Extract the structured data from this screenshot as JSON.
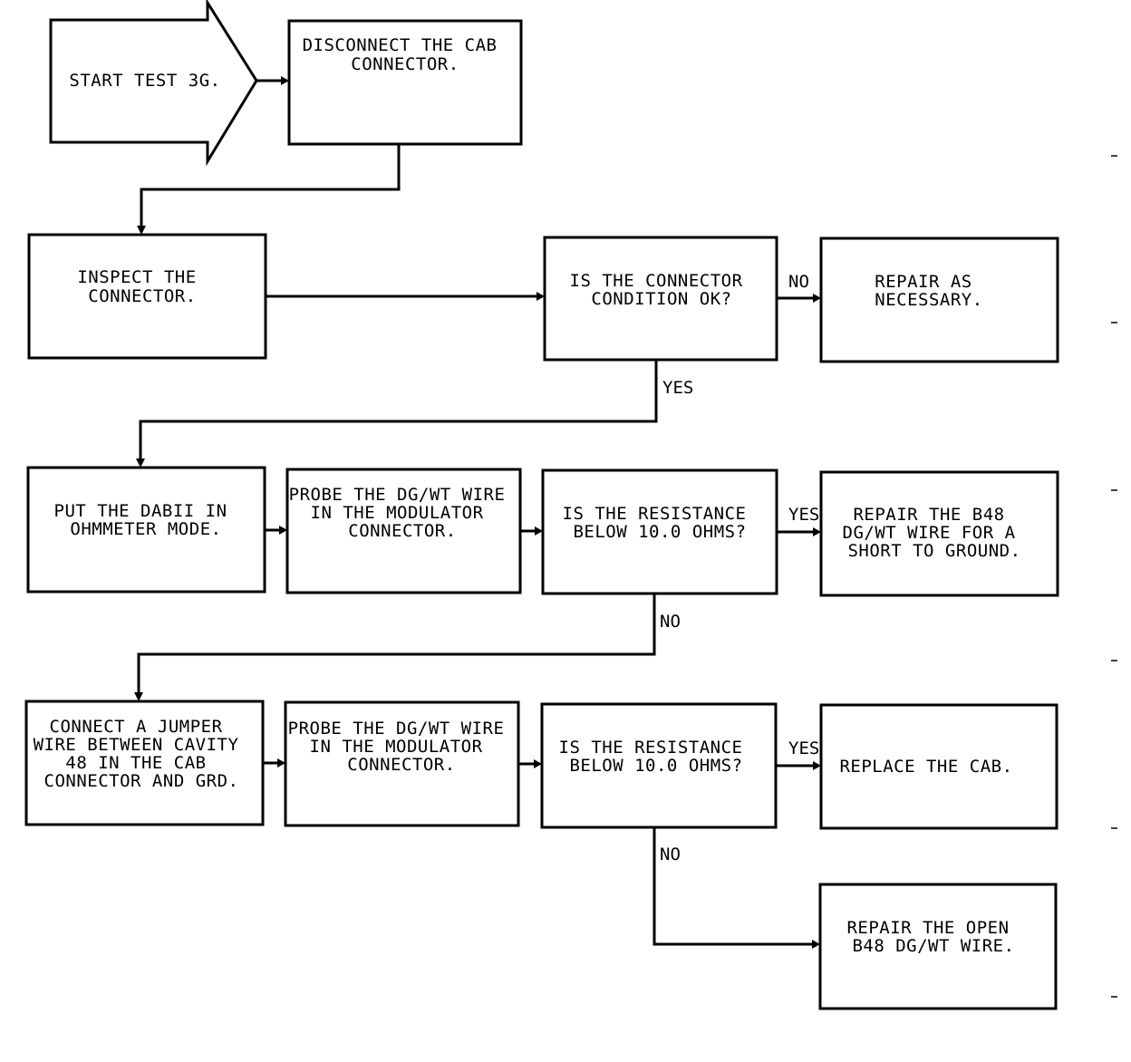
{
  "nodes": [
    {
      "id": "start",
      "lines": [
        "START TEST 3G."
      ]
    },
    {
      "id": "disconnect",
      "lines": [
        "DISCONNECT THE CAB",
        "CONNECTOR."
      ]
    },
    {
      "id": "inspect",
      "lines": [
        "INSPECT THE",
        "CONNECTOR."
      ]
    },
    {
      "id": "condition",
      "lines": [
        "IS THE CONNECTOR",
        "CONDITION OK?"
      ]
    },
    {
      "id": "repair1",
      "lines": [
        "REPAIR AS",
        "NECESSARY."
      ]
    },
    {
      "id": "dabii",
      "lines": [
        "PUT THE DABII IN",
        "OHMMETER MODE."
      ]
    },
    {
      "id": "probe1",
      "lines": [
        "PROBE THE DG/WT WIRE",
        "IN THE MODULATOR",
        "CONNECTOR."
      ]
    },
    {
      "id": "resist1",
      "lines": [
        "IS THE RESISTANCE",
        "BELOW 10.0 OHMS?"
      ]
    },
    {
      "id": "repair2",
      "lines": [
        "REPAIR THE B48",
        "DG/WT WIRE FOR A",
        "SHORT TO GROUND."
      ]
    },
    {
      "id": "jumper",
      "lines": [
        "CONNECT A JUMPER",
        "WIRE BETWEEN CAVITY",
        "48 IN THE CAB",
        "CONNECTOR AND GRD."
      ]
    },
    {
      "id": "probe2",
      "lines": [
        "PROBE THE DG/WT WIRE",
        "IN THE MODULATOR",
        "CONNECTOR."
      ]
    },
    {
      "id": "resist2",
      "lines": [
        "IS THE RESISTANCE",
        "BELOW 10.0 OHMS?"
      ]
    },
    {
      "id": "replace",
      "lines": [
        "REPLACE THE CAB."
      ]
    },
    {
      "id": "repair3",
      "lines": [
        "REPAIR THE OPEN",
        "B48 DG/WT WIRE."
      ]
    }
  ],
  "edges": [
    {
      "id": "no1",
      "label": "NO"
    },
    {
      "id": "yes1",
      "label": "YES"
    },
    {
      "id": "yes2",
      "label": "YES"
    },
    {
      "id": "no2",
      "label": "NO"
    },
    {
      "id": "yes3",
      "label": "YES"
    },
    {
      "id": "no3",
      "label": "NO"
    }
  ]
}
